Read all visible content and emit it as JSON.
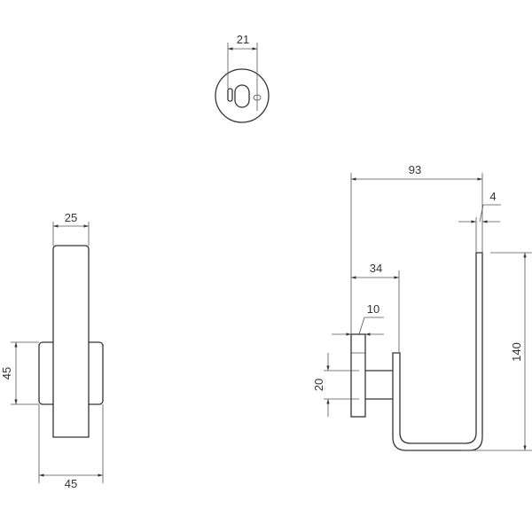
{
  "top_view": {
    "width_dim": "21"
  },
  "front_view": {
    "bar_width_dim": "25",
    "plate_height_dim": "45",
    "plate_width_dim": "45"
  },
  "side_view": {
    "overall_depth_dim": "93",
    "thickness_dim": "4",
    "arm_offset_dim": "34",
    "plate_thickness_dim": "10",
    "post_diameter_dim": "20",
    "height_dim": "140"
  }
}
